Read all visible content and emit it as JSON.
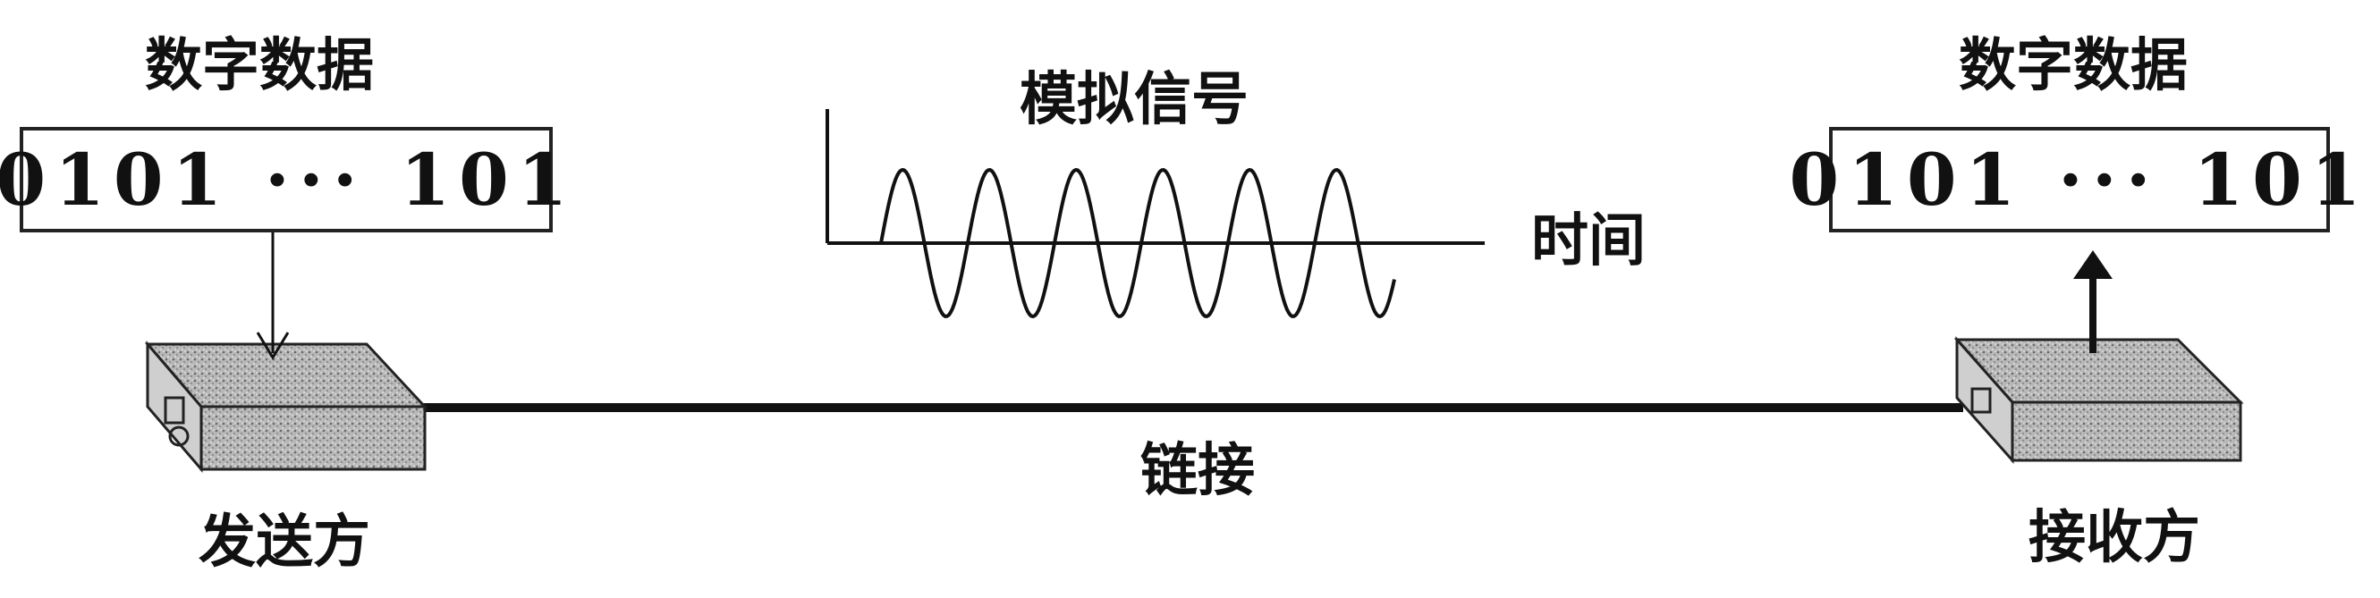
{
  "left": {
    "title": "数字数据",
    "data": "0101 ··· 101",
    "device_label": "发送方"
  },
  "right": {
    "title": "数字数据",
    "data": "0101 ··· 101",
    "device_label": "接收方"
  },
  "signal": {
    "title": "模拟信号",
    "axis_label": "时间"
  },
  "link_label": "链接"
}
